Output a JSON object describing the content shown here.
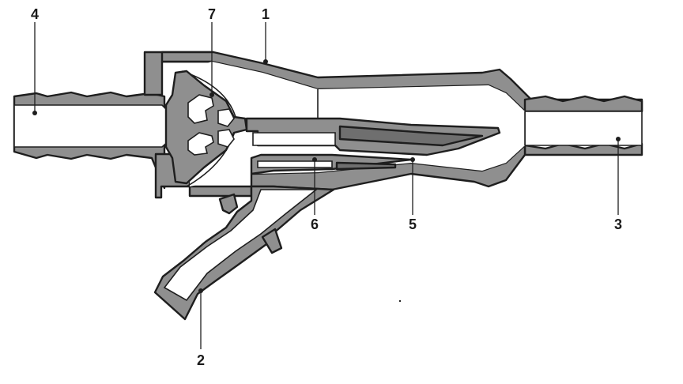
{
  "diagram": {
    "callouts": [
      {
        "id": "4",
        "label": "4"
      },
      {
        "id": "7",
        "label": "7"
      },
      {
        "id": "1",
        "label": "1"
      },
      {
        "id": "6",
        "label": "6"
      },
      {
        "id": "5",
        "label": "5"
      },
      {
        "id": "3",
        "label": "3"
      },
      {
        "id": "2",
        "label": "2"
      }
    ],
    "colors": {
      "wall": "#8f8f8f",
      "wall_dark": "#6f6f6f",
      "outline": "#1e1e1e",
      "background": "#ffffff"
    }
  }
}
